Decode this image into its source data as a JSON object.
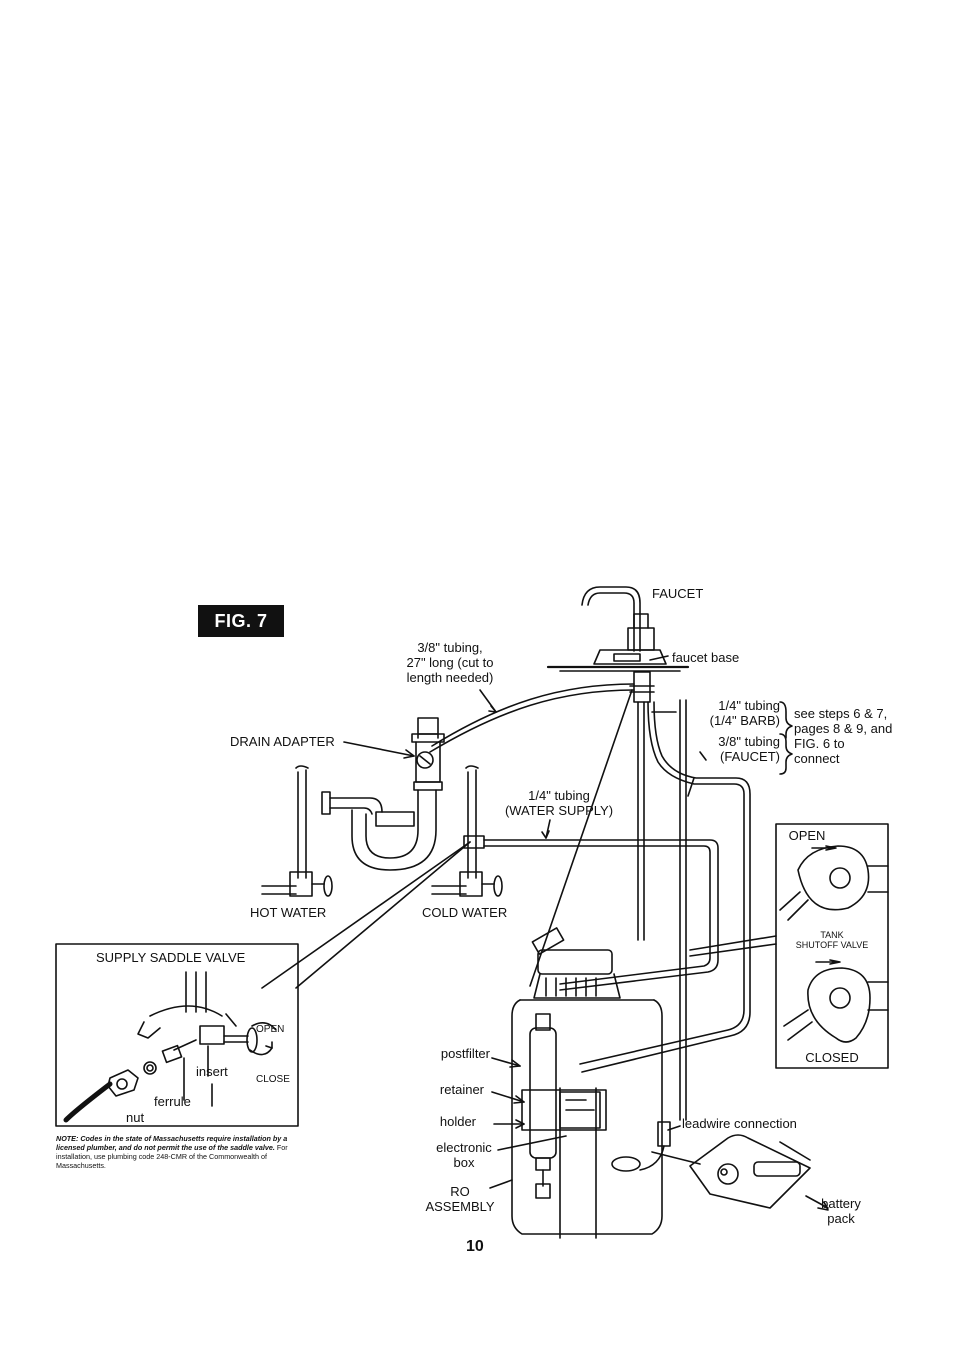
{
  "figure": {
    "tag": "FIG. 7"
  },
  "labels": {
    "faucet": "FAUCET",
    "faucet_base": "faucet base",
    "tubing_38_long": [
      "3/8\" tubing,",
      "27\" long (cut to",
      "length needed)"
    ],
    "drain_adapter": "DRAIN ADAPTER",
    "tubing_14_barb": [
      "1/4\" tubing",
      "(1/4\" BARB)"
    ],
    "tubing_38_faucet": [
      "3/8\" tubing",
      "(FAUCET)"
    ],
    "see_steps": [
      "see steps 6 & 7,",
      "pages 8 & 9, and",
      "FIG. 6 to",
      "connect"
    ],
    "tubing_14_supply": [
      "1/4\" tubing",
      "(WATER SUPPLY)"
    ],
    "hot_water": "HOT WATER",
    "cold_water": "COLD WATER",
    "postfilter": "postfilter",
    "retainer": "retainer",
    "holder": "holder",
    "electronic_box": [
      "electronic",
      "box"
    ],
    "ro_assembly": [
      "RO",
      "ASSEMBLY"
    ],
    "leadwire_connection": "leadwire connection",
    "battery_pack": [
      "battery",
      "pack"
    ]
  },
  "tank_valve_box": {
    "open": "OPEN",
    "caption": [
      "TANK",
      "SHUTOFF VALVE"
    ],
    "closed": "CLOSED"
  },
  "saddle_valve_box": {
    "title": "SUPPLY SADDLE VALVE",
    "open": "OPEN",
    "close": "CLOSE",
    "insert": "insert",
    "ferrule": "ferrule",
    "nut": "nut"
  },
  "note": {
    "lead": "NOTE: Codes in the state of Massachusetts require installation by a licensed plumber, and do not permit the use of the saddle valve.",
    "rest": "For installation, use plumbing code 248-CMR of the Commonwealth of Massachusetts."
  },
  "page_number": "10"
}
